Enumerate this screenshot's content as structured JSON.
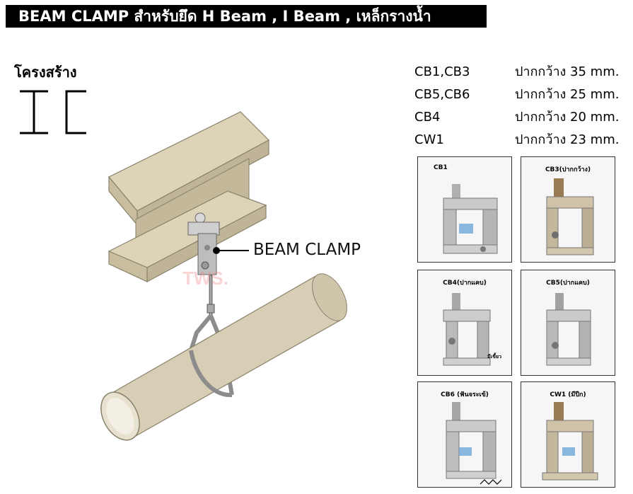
{
  "header": {
    "title": "BEAM CLAMP สำหรับยึด  H Beam , I Beam , เหล็กรางน้ำ"
  },
  "structure": {
    "label": "โครงสร้าง"
  },
  "illustration": {
    "callout": "BEAM CLAMP",
    "watermark": "TWS."
  },
  "specs": [
    {
      "model": "CB1,CB3",
      "width": "ปากกว้าง 35 mm."
    },
    {
      "model": "CB5,CB6",
      "width": "ปากกว้าง 25 mm."
    },
    {
      "model": "CB4",
      "width": "ปากกว้าง 20 mm."
    },
    {
      "model": "CW1",
      "width": "ปากกว้าง 23 mm."
    }
  ],
  "photos": [
    {
      "label": "CB1"
    },
    {
      "label": "CB3(ปากกว้าง)"
    },
    {
      "label": "CB4(ปากแคบ)",
      "note": "มีเขี้ยว"
    },
    {
      "label": "CB5(ปากแคบ)"
    },
    {
      "label": "CB6 (ฟันจระเข้)"
    },
    {
      "label": "CW1 (มีปีก)"
    }
  ],
  "colors": {
    "beam": "#cfc4a6",
    "pipe": "#d6cbb2",
    "clamp": "#b8b8b8",
    "title_bg": "#000000"
  }
}
